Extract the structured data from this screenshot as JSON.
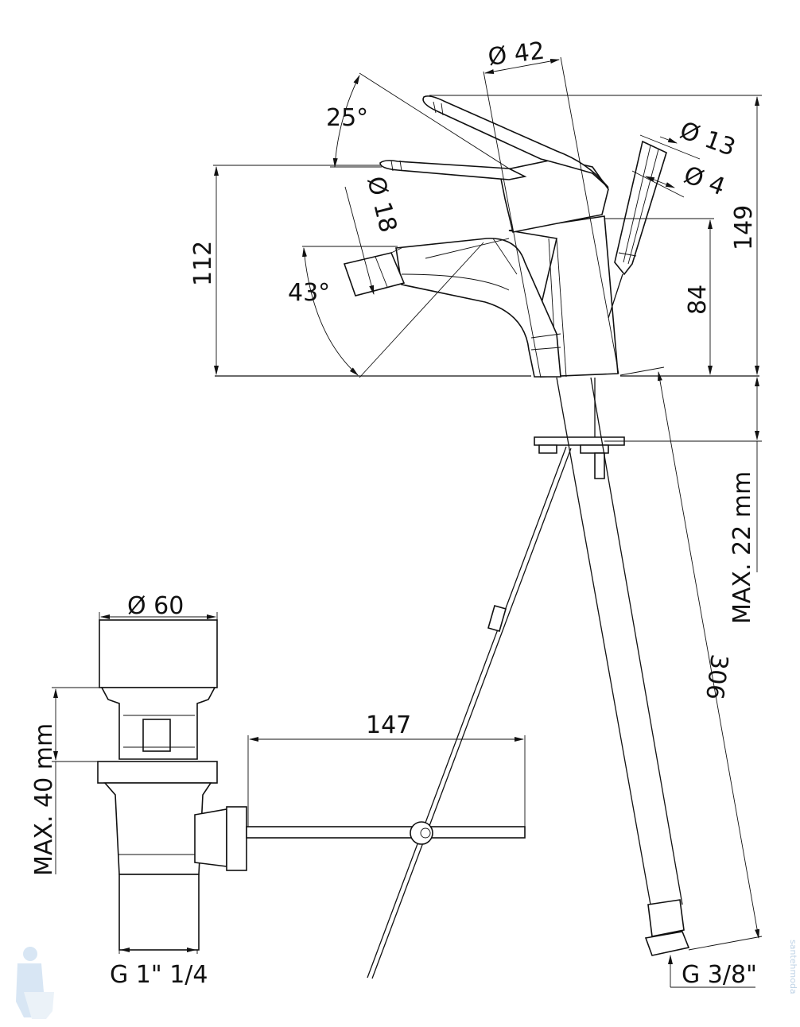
{
  "drawing": {
    "faucet_dims": {
      "handle_diameter": "Ø 42",
      "lever_angle": "25°",
      "rod_diameter": "Ø 13",
      "rod_inner_diameter": "Ø 4",
      "total_height": "149",
      "lever_height": "112",
      "nozzle_diameter": "Ø 18",
      "nozzle_angle": "43°",
      "spout_height": "84",
      "max_deck_thickness": "MAX. 22 mm",
      "hose_length": "306",
      "hose_thread": "G 3/8\""
    },
    "waste_dims": {
      "cap_diameter": "Ø 60",
      "max_thickness": "MAX. 40 mm",
      "rod_length": "147",
      "waste_thread": "G 1\" 1/4"
    }
  },
  "watermark": "santehmoda"
}
